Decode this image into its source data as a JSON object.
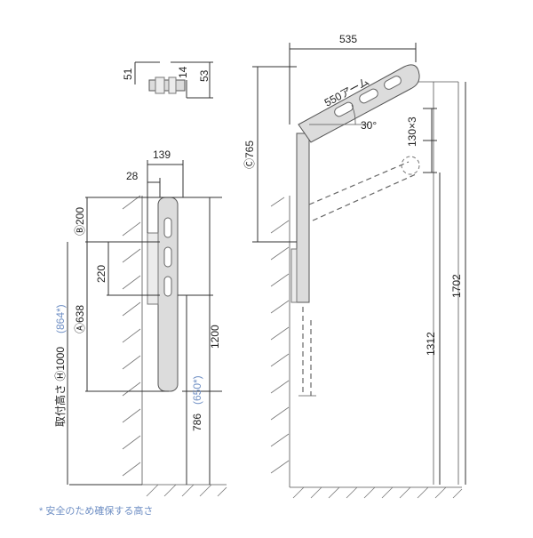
{
  "dims": {
    "top_width": "535",
    "arm_label": "550アーム",
    "angle": "30°",
    "pitch": "130×3",
    "c_765": "Ⓒ765",
    "d1702": "1702",
    "d1312": "1312",
    "d51": "51",
    "d14": "14",
    "d53": "53",
    "d139": "139",
    "d28": "28",
    "b200": "Ⓑ200",
    "d220": "220",
    "a638": "Ⓐ638",
    "h_prefix": "取付高さ Ⓗ1000",
    "h_alt": "(864*)",
    "d1200": "1200",
    "d786": "786",
    "d786_alt": "(650*)"
  },
  "note": "* 安全のため確保する高さ"
}
